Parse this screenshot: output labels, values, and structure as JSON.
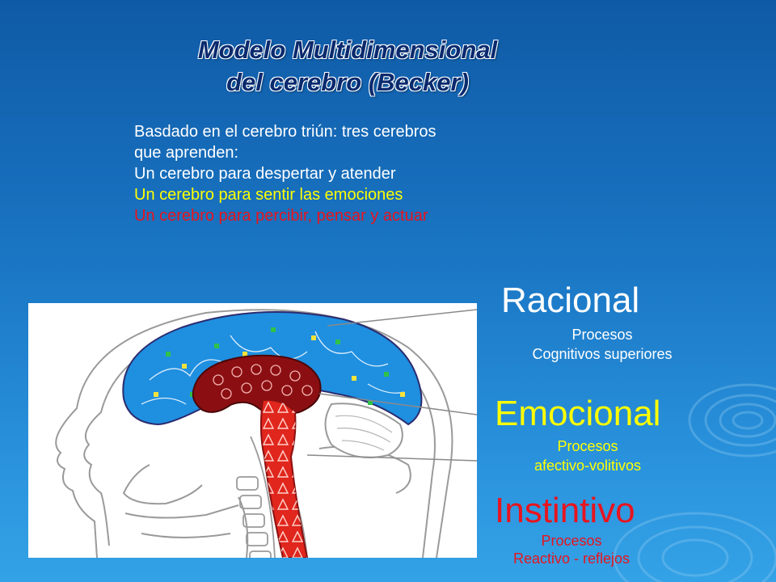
{
  "title": {
    "line1": "Modelo Multidimensional",
    "line2": "del cerebro (Becker)"
  },
  "intro": {
    "lines": [
      {
        "text": "Basdado en el cerebro triún: tres cerebros",
        "color": "#ffffff"
      },
      {
        "text": "que aprenden:",
        "color": "#ffffff"
      },
      {
        "text": "Un cerebro para despertar y atender",
        "color": "#ffffff"
      },
      {
        "text": "Un cerebro para sentir las emociones",
        "color": "#ffff00"
      },
      {
        "text": "Un cerebro para percibir, pensar y actuar",
        "color": "#e8141e"
      }
    ]
  },
  "labels": {
    "racional": {
      "title": "Racional",
      "line1": "Procesos",
      "line2": "Cognitivos  superiores",
      "color": "#ffffff"
    },
    "emocional": {
      "title": "Emocional",
      "line1": "Procesos",
      "line2": "afectivo-volitivos",
      "color": "#ffff00"
    },
    "instintivo": {
      "title": "Instintivo",
      "line1": "Procesos",
      "line2": "Reactivo - reflejos",
      "color": "#e8141e"
    }
  },
  "colors": {
    "cortex_blue": "#1f8fe0",
    "limbic_red": "#8b0f12",
    "brainstem_red": "#e0261d"
  }
}
